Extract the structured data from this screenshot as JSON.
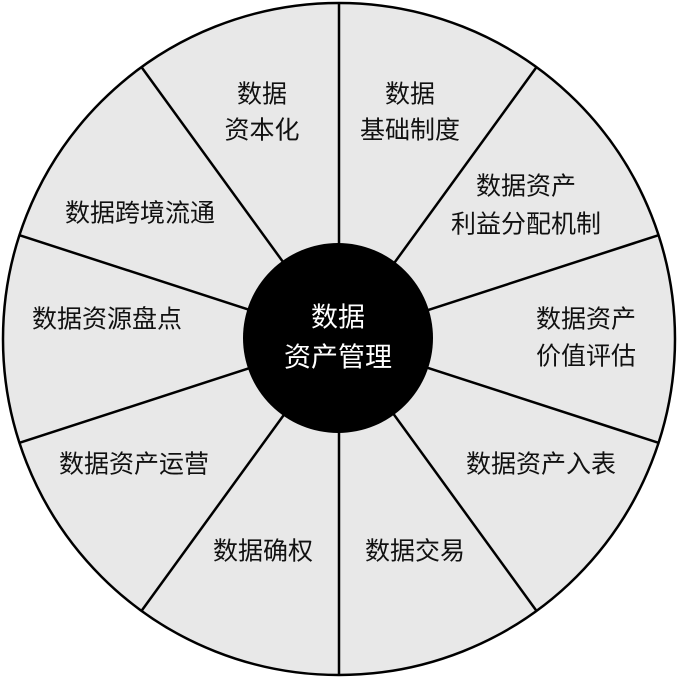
{
  "center": {
    "line1": "数据",
    "line2": "资产管理"
  },
  "segments": [
    {
      "line1": "数据",
      "line2": "基础制度"
    },
    {
      "line1": "数据资产",
      "line2": "利益分配机制"
    },
    {
      "line1": "数据资产",
      "line2": "价值评估"
    },
    {
      "line1": "数据资产入表"
    },
    {
      "line1": "数据交易"
    },
    {
      "line1": "数据确权"
    },
    {
      "line1": "数据资产运营"
    },
    {
      "line1": "数据资源盘点"
    },
    {
      "line1": "数据跨境流通"
    },
    {
      "line1": "数据",
      "line2": "资本化"
    }
  ],
  "colors": {
    "fill": "#e8e8e8",
    "stroke": "#000000",
    "center": "#000000",
    "center_text": "#ffffff"
  }
}
